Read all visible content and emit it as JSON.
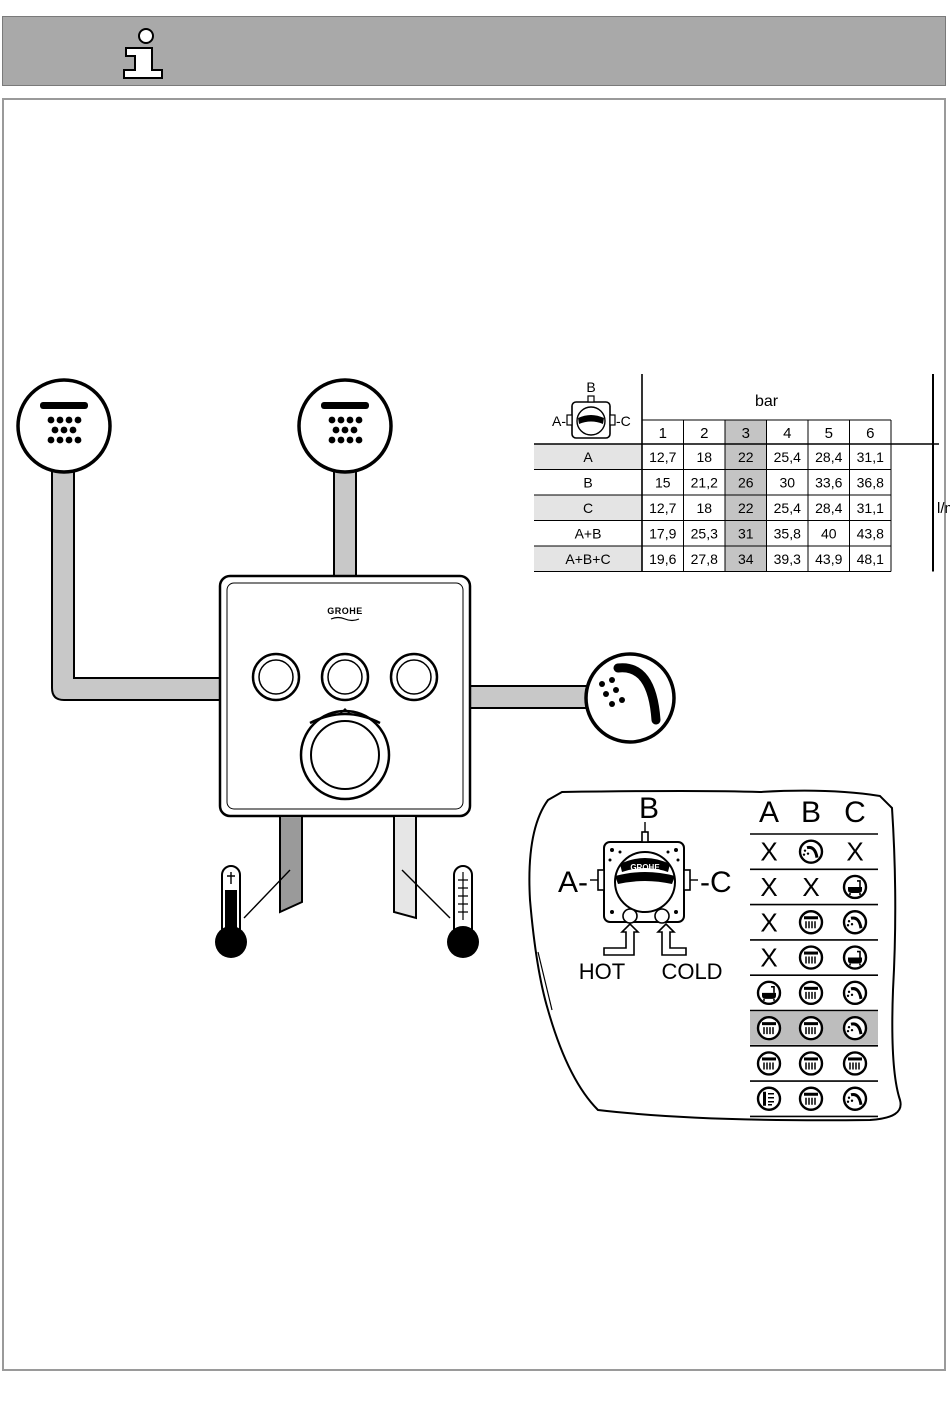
{
  "header": {
    "icon": "info-icon",
    "background": "#a9a9a9"
  },
  "flow_table": {
    "unit_pressure": "bar",
    "unit_flow": "l/min",
    "pressure_columns": [
      "1",
      "2",
      "3",
      "4",
      "5",
      "6"
    ],
    "highlight_column": "3",
    "rows": [
      {
        "outlet": "A",
        "values": [
          "12,7",
          "18",
          "22",
          "25,4",
          "28,4",
          "31,1"
        ]
      },
      {
        "outlet": "B",
        "values": [
          "15",
          "21,2",
          "26",
          "30",
          "33,6",
          "36,8"
        ]
      },
      {
        "outlet": "C",
        "values": [
          "12,7",
          "18",
          "22",
          "25,4",
          "28,4",
          "31,1"
        ]
      },
      {
        "outlet": "A+B",
        "values": [
          "17,9",
          "25,3",
          "31",
          "35,8",
          "40",
          "43,8"
        ]
      },
      {
        "outlet": "A+B+C",
        "values": [
          "19,6",
          "27,8",
          "34",
          "39,3",
          "43,9",
          "48,1"
        ]
      }
    ],
    "mini_labels": {
      "a": "A-",
      "b": "B",
      "c": "-C"
    }
  },
  "valve": {
    "brand": "GROHE",
    "label_a": "A-",
    "label_b": "B",
    "label_c": "-C",
    "hot": "HOT",
    "cold": "COLD"
  },
  "combo_table": {
    "headers": [
      "A",
      "B",
      "C"
    ],
    "highlight_row": 5,
    "rows": [
      [
        "X",
        "hand-shower-icon",
        "X"
      ],
      [
        "X",
        "X",
        "bathtub-icon"
      ],
      [
        "X",
        "head-shower-icon",
        "hand-shower-icon"
      ],
      [
        "X",
        "head-shower-icon",
        "bathtub-icon"
      ],
      [
        "bathtub-icon",
        "head-shower-icon",
        "hand-shower-icon"
      ],
      [
        "head-shower-icon",
        "head-shower-icon",
        "hand-shower-icon"
      ],
      [
        "head-shower-icon",
        "head-shower-icon",
        "head-shower-icon"
      ],
      [
        "body-jet-icon",
        "head-shower-icon",
        "hand-shower-icon"
      ]
    ]
  },
  "colors": {
    "pipe": "#c8c8c8",
    "highlight": "#c4c4c4",
    "row_shade": "#e4e4e4"
  }
}
